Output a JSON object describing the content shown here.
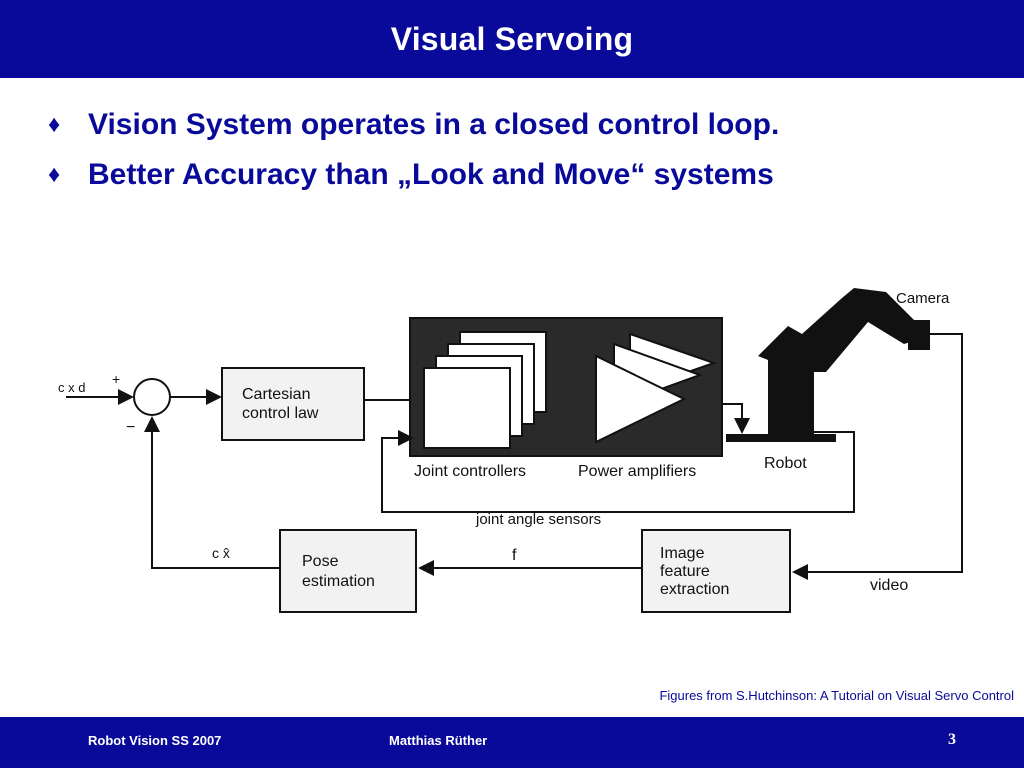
{
  "header": {
    "title": "Visual Servoing"
  },
  "bullets": [
    {
      "glyph": "♦",
      "text": "Vision System operates in a closed control loop."
    },
    {
      "glyph": "♦",
      "text": "Better Accuracy than „Look and Move“ systems"
    }
  ],
  "diagram": {
    "cartesian": [
      "Cartesian",
      "control law"
    ],
    "joint_controllers": "Joint controllers",
    "power_amplifiers": "Power amplifiers",
    "robot": "Robot",
    "camera": "Camera",
    "joint_angle_sensors": "joint angle sensors",
    "pose": [
      "Pose",
      "estimation"
    ],
    "image_feature": [
      "Image",
      "feature",
      "extraction"
    ],
    "video": "video",
    "f_label": "f",
    "plus": "+",
    "minus": "−",
    "input_label": "c x d",
    "feedback_label": "c x̂"
  },
  "caption": "Figures from S.Hutchinson: A Tutorial on Visual Servo Control",
  "footer": {
    "left": "Robot Vision SS 2007",
    "center": "Matthias Rüther",
    "page": "3"
  }
}
